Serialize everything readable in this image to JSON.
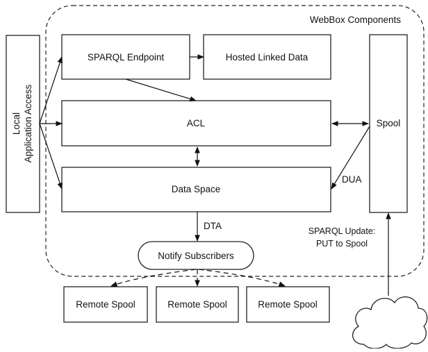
{
  "container": {
    "title": "WebBox Components"
  },
  "nodes": {
    "local_app": {
      "line1": "Local",
      "line2": "Application Access"
    },
    "sparql_endpoint": "SPARQL Endpoint",
    "hosted_linked_data": "Hosted Linked Data",
    "acl": "ACL",
    "data_space": "Data Space",
    "spool": "Spool",
    "notify_subscribers": "Notify Subscribers",
    "remote_spools": [
      "Remote Spool",
      "Remote Spool",
      "Remote Spool"
    ]
  },
  "edge_labels": {
    "dua": "DUA",
    "dta": "DTA",
    "sparql_update": {
      "line1": "SPARQL Update:",
      "line2": "PUT to Spool"
    }
  }
}
